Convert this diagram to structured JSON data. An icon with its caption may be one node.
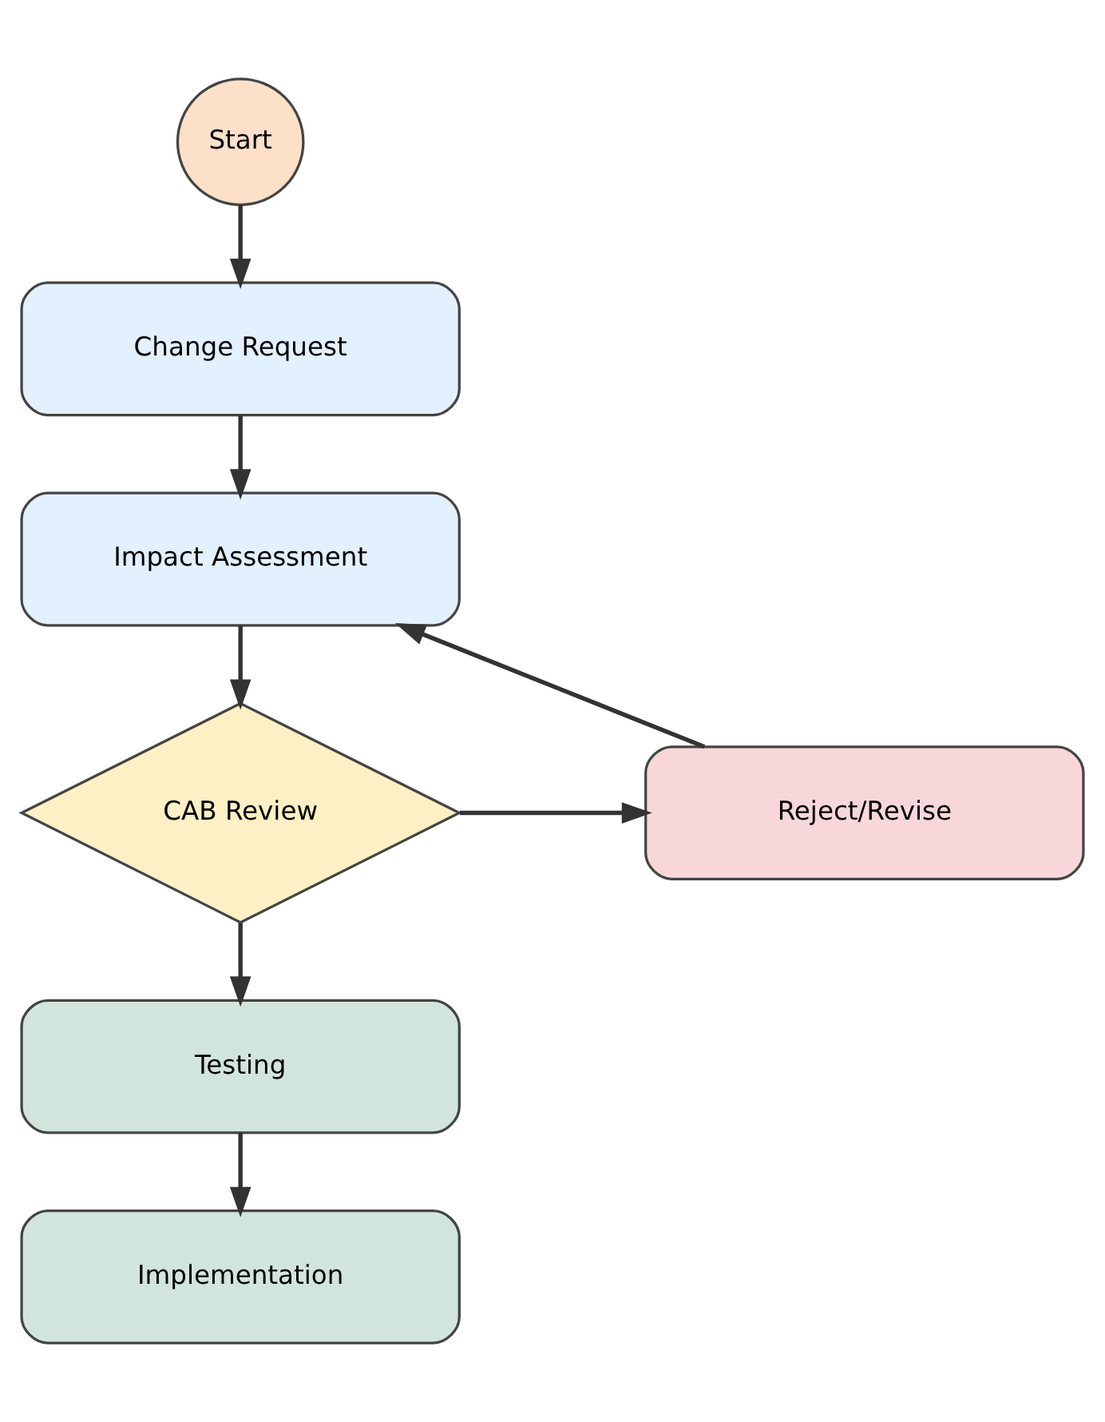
{
  "diagram": {
    "nodes": [
      {
        "text": [
          "Start"
        ]
      },
      {
        "text": [
          "Change Request"
        ]
      },
      {
        "text": [
          "Impact Assessment"
        ]
      },
      {
        "text": [
          "CAB Review"
        ]
      },
      {
        "text": [
          "Reject/Revise"
        ]
      },
      {
        "text": [
          "Testing"
        ]
      },
      {
        "text": [
          "Implementation"
        ]
      }
    ],
    "edges": [
      {
        "from": 0,
        "to": 1,
        "arrow": "to"
      },
      {
        "from": 1,
        "to": 2,
        "arrow": "to"
      },
      {
        "from": 2,
        "to": 3,
        "arrow": "to"
      },
      {
        "from": 3,
        "to": 4,
        "arrow": "to"
      },
      {
        "from": 4,
        "to": 2,
        "arrow": "to"
      },
      {
        "from": 3,
        "to": 5,
        "arrow": "to"
      },
      {
        "from": 5,
        "to": 6,
        "arrow": "to"
      }
    ]
  }
}
